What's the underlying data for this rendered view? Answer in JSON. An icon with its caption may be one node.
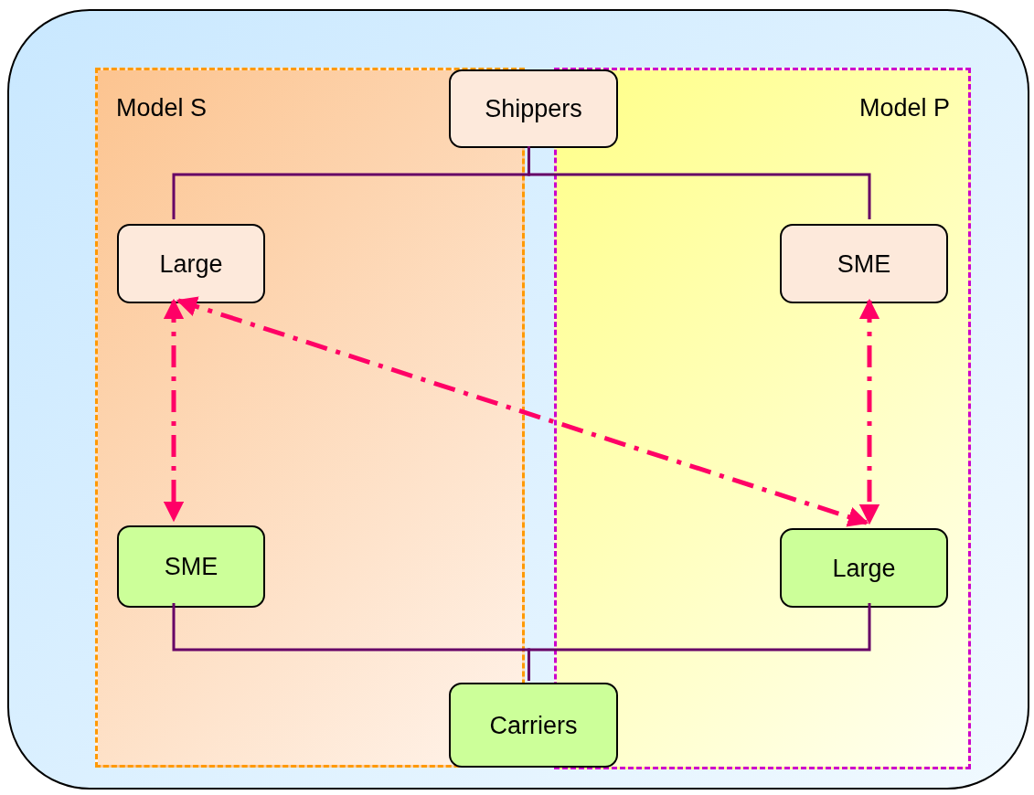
{
  "diagram": {
    "nodes": [
      {
        "text": [],
        "shape": "box"
      },
      {
        "text": [
          "Model S"
        ],
        "in": 0
      },
      {
        "text": [
          "Model P"
        ],
        "in": 0
      },
      {
        "text": [
          "Shippers"
        ],
        "in": 0
      },
      {
        "text": [
          "Large"
        ],
        "in": 1
      },
      {
        "text": [
          "SME"
        ],
        "in": 2
      },
      {
        "text": [
          "SME"
        ],
        "in": 1
      },
      {
        "text": [
          "Large"
        ],
        "in": 2
      },
      {
        "text": [
          "Carriers"
        ],
        "in": 0
      }
    ],
    "edges": [
      {
        "from": 3,
        "to": 4,
        "arrow": "none"
      },
      {
        "from": 3,
        "to": 5,
        "arrow": "none"
      },
      {
        "from": 8,
        "to": 6,
        "arrow": "none"
      },
      {
        "from": 8,
        "to": 7,
        "arrow": "none"
      },
      {
        "from": 4,
        "to": 6,
        "arrow": "both",
        "style": "dashed",
        "color": "#ff0066"
      },
      {
        "from": 4,
        "to": 7,
        "arrow": "both",
        "style": "dashed",
        "color": "#ff0066"
      },
      {
        "from": 5,
        "to": 7,
        "arrow": "both",
        "style": "dashed",
        "color": "#ff0066"
      }
    ]
  }
}
